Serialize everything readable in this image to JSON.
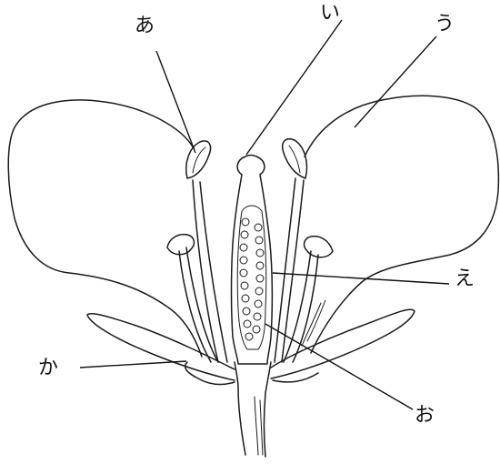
{
  "labels": {
    "a": "あ",
    "i": "い",
    "u": "う",
    "e": "え",
    "o": "お",
    "ka": "か"
  }
}
